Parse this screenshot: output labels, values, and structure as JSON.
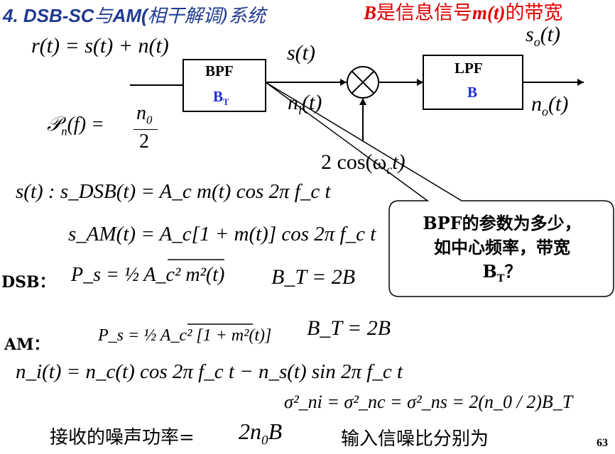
{
  "title": {
    "prefix": "4. DSB-SC",
    "mid1": "与",
    "am": "AM(",
    "cn": "相干解调",
    "suffix": ")系统"
  },
  "note": {
    "a": "B",
    "b": "是信息信号",
    "c": "m(t)",
    "d": "的带宽"
  },
  "diagram": {
    "bpf_label": "BPF",
    "bpf_bw": "B",
    "bpf_bw_sub": "T",
    "lpf_label": "LPF",
    "lpf_bw": "B",
    "input": "r(t) = s(t) + n(t)",
    "signal": "s(t)",
    "noise_in": "n",
    "noise_in_sub": "i",
    "noise_in_tail": "(t)",
    "osc": "2 cos(ω",
    "osc_sub": "c",
    "osc_tail": "t)",
    "out_signal": "s",
    "out_signal_sub": "o",
    "out_signal_tail": "(t)",
    "out_noise": "n",
    "out_noise_sub": "o",
    "out_noise_tail": "(t)"
  },
  "psd": {
    "lhs": "𝒫",
    "lhs_sub": "n",
    "lhs_tail": "(f) =",
    "num": "n",
    "num_sub": "0",
    "den": "2"
  },
  "callout": {
    "line1": "BPF的参数为多少，",
    "line2": "如中心频率，带宽",
    "line3": "B",
    "line3_sub": "T",
    "line3_tail": "？"
  },
  "eq_dsb": "s(t) : s_DSB(t) = A_c m(t) cos 2π f_c t",
  "eq_am": "s_AM(t) = A_c[1 + m(t)] cos 2π f_c t",
  "dsb": {
    "label": "DSB：",
    "ps": "P_s = ½ A_c² m²(t)",
    "bt": "B_T = 2B"
  },
  "am": {
    "label": "AM：",
    "ps": "P_s = ½ A_c² [1 + m²(t)]",
    "bt": "B_T = 2B"
  },
  "eq_ni": "n_i(t) = n_c(t) cos 2π f_c t − n_s(t) sin 2π f_c t",
  "eq_sigma": "σ²_ni = σ²_nc = σ²_ns = 2(n_0 / 2)B_T",
  "received_noise": {
    "label": "接收的噪声功率=",
    "value": "2n",
    "value_sub": "0",
    "value_tail": "B"
  },
  "input_snr": "输入信噪比分别为",
  "slide_number": "63"
}
